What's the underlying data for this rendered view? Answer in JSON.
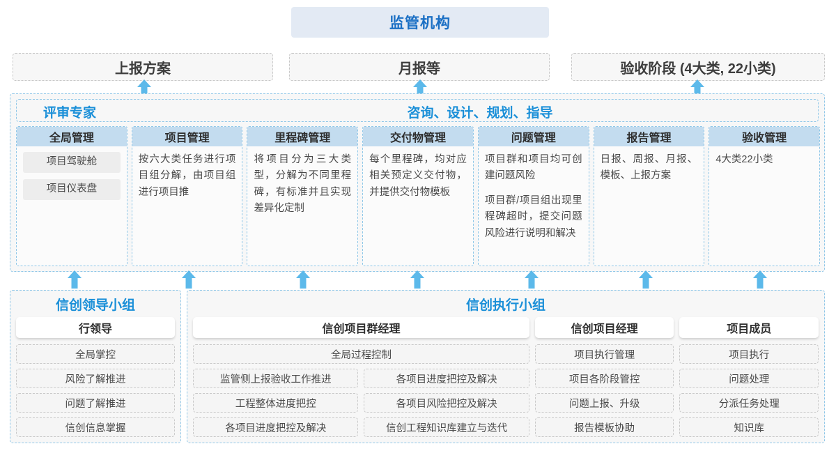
{
  "top": {
    "regulator": "监管机构",
    "reports": [
      "上报方案",
      "月报等",
      "验收阶段 (4大类, 22小类)"
    ]
  },
  "consult": {
    "left_title": "评审专家",
    "right_title": "咨询、设计、规划、指导",
    "cards": [
      {
        "title": "全局管理",
        "pills": [
          "项目驾驶舱",
          "项目仪表盘"
        ],
        "paragraphs": []
      },
      {
        "title": "项目管理",
        "pills": [],
        "paragraphs": [
          "按六大类任务进行项目组分解，由项目组进行项目推"
        ]
      },
      {
        "title": "里程碑管理",
        "pills": [],
        "paragraphs": [
          "将项目分为三大类型，分解为不同里程碑，有标准并且实现差异化定制"
        ]
      },
      {
        "title": "交付物管理",
        "pills": [],
        "paragraphs": [
          "每个里程碑，均对应相关预定义交付物，并提供交付物模板"
        ]
      },
      {
        "title": "问题管理",
        "pills": [],
        "paragraphs": [
          "项目群和项目均可创建问题风险",
          "项目群/项目组出现里程碑超时，提交问题风险进行说明和解决"
        ]
      },
      {
        "title": "报告管理",
        "pills": [],
        "paragraphs": [
          "日报、周报、月报、模板、上报方案"
        ]
      },
      {
        "title": "验收管理",
        "pills": [],
        "paragraphs": [
          "4大类22小类"
        ]
      }
    ]
  },
  "groups": {
    "leading": {
      "title": "信创领导小组",
      "role": "行领导",
      "tasks": [
        "全局掌控",
        "风险了解推进",
        "问题了解推进",
        "信创信息掌握"
      ]
    },
    "executing": {
      "title": "信创执行小组",
      "program_manager": {
        "role": "信创项目群经理",
        "top_task": "全局过程控制",
        "left_tasks": [
          "监管侧上报验收工作推进",
          "工程整体进度把控",
          "各项目进度把控及解决"
        ],
        "right_tasks": [
          "各项目进度把控及解决",
          "各项目风险把控及解决",
          "信创工程知识库建立与迭代"
        ]
      },
      "project_manager": {
        "role": "信创项目经理",
        "tasks": [
          "项目执行管理",
          "项目各阶段管控",
          "问题上报、升级",
          "报告模板协助"
        ]
      },
      "member": {
        "role": "项目成员",
        "tasks": [
          "项目执行",
          "问题处理",
          "分派任务处理",
          "知识库"
        ]
      }
    }
  },
  "arrows": {
    "icon": "arrow-up-icon",
    "color": "#4eb3e8",
    "top_row_x": [
      196,
      592,
      990
    ],
    "mid_row_x": [
      96,
      260,
      424,
      588,
      752,
      916,
      1080
    ]
  }
}
